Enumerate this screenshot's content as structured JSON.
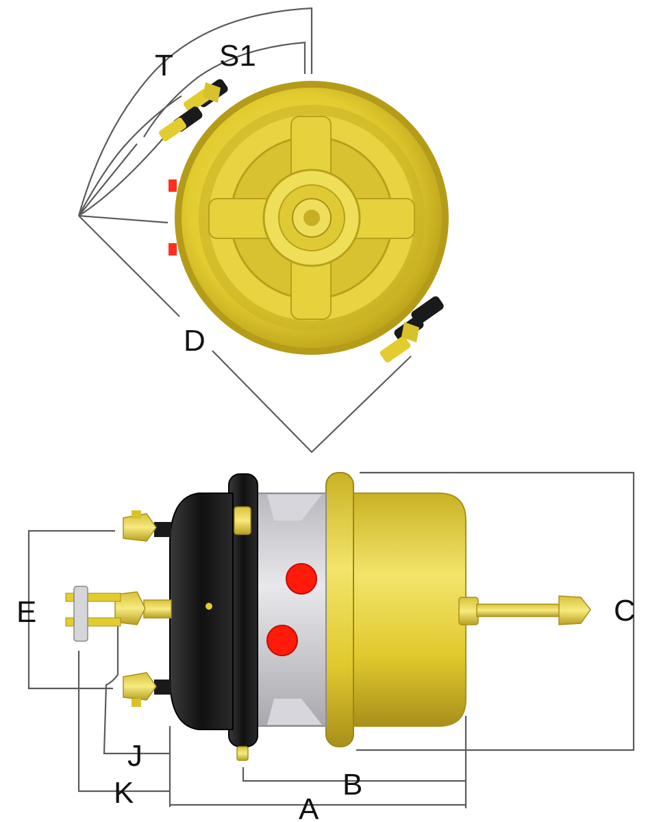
{
  "top_view": {
    "labels": {
      "t": "T",
      "s1": "S1",
      "d": "D"
    }
  },
  "side_view": {
    "labels": {
      "a": "A",
      "b": "B",
      "c": "C",
      "e": "E",
      "j": "J",
      "k": "K"
    }
  },
  "colors": {
    "brass": "#e8d23a",
    "brass_dark": "#b8a21c",
    "black_housing": "#1a1a1a",
    "silver_body": "#cfcfd4",
    "port_red": "#ff1a0a",
    "dimension_line": "#5a5a5a"
  }
}
